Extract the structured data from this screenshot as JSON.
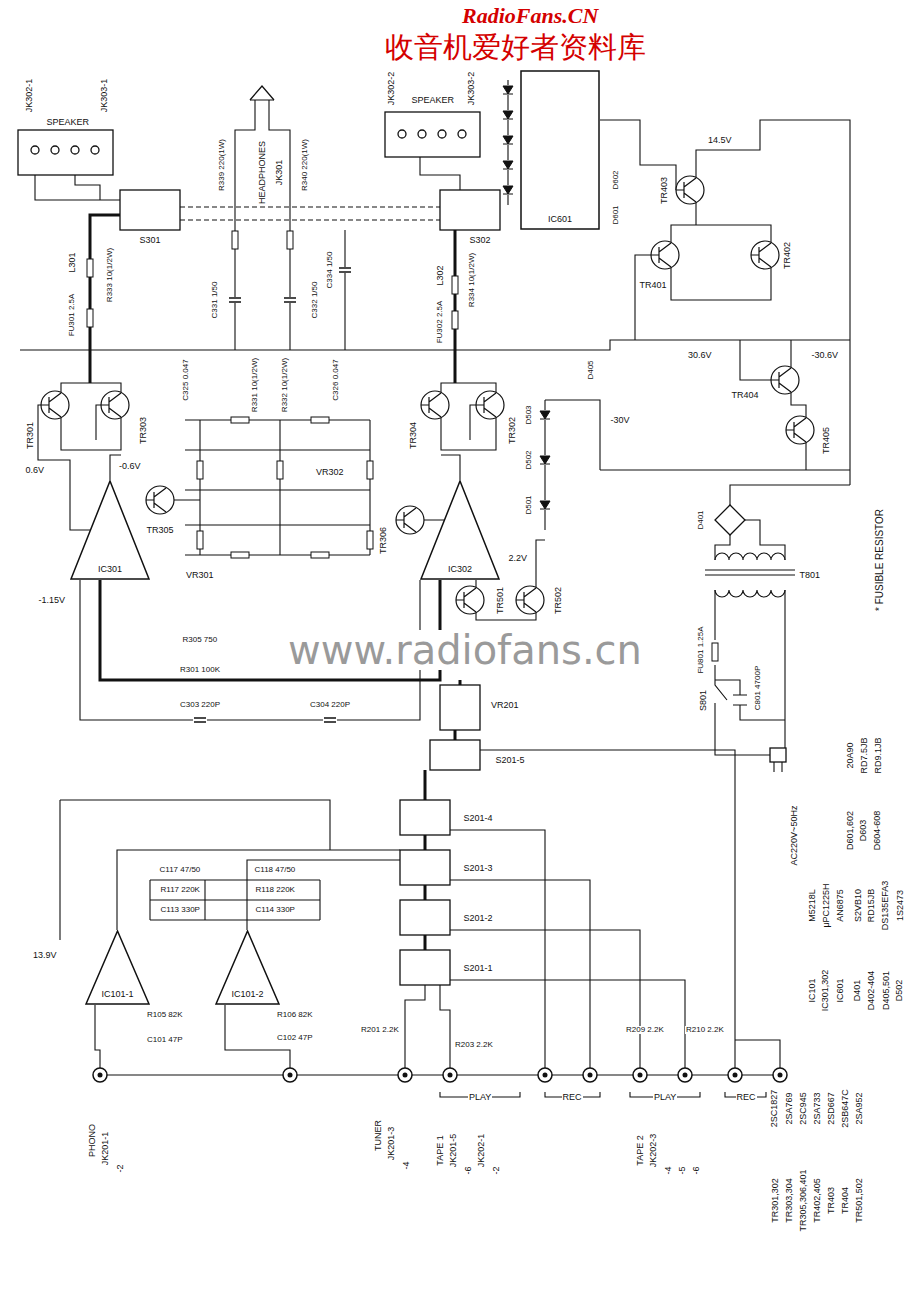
{
  "diagram": {
    "nodes": [
      {
        "text": [
          "IC601"
        ]
      },
      {
        "text": [
          "IC301"
        ]
      },
      {
        "text": [
          "IC302"
        ]
      },
      {
        "text": [
          "IC101-1"
        ]
      },
      {
        "text": [
          "IC101-2"
        ]
      }
    ],
    "labels": [
      "RadioFans.CN",
      "收音机爱好者资料库",
      "www.radiofans.cn",
      "JK302-1",
      "SPEAKER",
      "JK303-1",
      "HEADPHONES",
      "JK301",
      "JK302-2",
      "SPEAKER",
      "JK303-2",
      "S301",
      "S302",
      "L301",
      "L302",
      "R333 10(1/2W)",
      "R334 10(1/2W)",
      "FU301 2.5A",
      "FU302 2.5A",
      "R339 220(1W)",
      "R340 220(1W)",
      "C334 1/50",
      "C331 1/50",
      "C332 1/50",
      "C325 0.047",
      "C326 0.047",
      "R331 10(1/2W)",
      "R332 10(1/2W)",
      "TR301",
      "TR303",
      "TR305",
      "TR304",
      "TR302",
      "TR306",
      "TR501",
      "TR502",
      "TR403",
      "TR401",
      "TR402",
      "TR404",
      "TR405",
      "VR301",
      "VR302",
      "VR201",
      "S201-5",
      "S201-4",
      "S201-3",
      "S201-2",
      "S201-1",
      "T801",
      "S801",
      "FU801 1.25A",
      "C801 4700P",
      "AC220V~50Hz",
      "* FUSIBLE RESISTOR",
      "D401",
      "D405",
      "D601",
      "D602",
      "D501",
      "D502",
      "D503",
      "0.6V",
      "-0.6V",
      "30.6V",
      "-30.6V",
      "-30V",
      "14.5V",
      "2.2V",
      "13.9V",
      "-1.15V",
      "C303 220P",
      "C304 220P",
      "R301 100K",
      "R305 750",
      "C117 47/50",
      "C118 47/50",
      "R117 220K",
      "R118 220K",
      "C113 330P",
      "C114 330P",
      "R105 82K",
      "R106 82K",
      "C101 47P",
      "C102 47P",
      "R209 2.2K",
      "R210 2.2K",
      "R201 2.2K",
      "R203 2.2K",
      "PHONO",
      "JK201-1",
      "-2",
      "TUNER",
      "JK201-3",
      "-4",
      "PLAY",
      "REC",
      "TAPE 1",
      "JK201-5",
      "-6",
      "JK202-1",
      "-2",
      "PLAY",
      "REC",
      "TAPE 2",
      "JK202-3",
      "-4",
      "-5",
      "-6",
      "TR301,302",
      "TR303,304",
      "TR305,306,401",
      "TR402,405",
      "TR403",
      "TR404",
      "TR501,502",
      "2SC1827",
      "2SA769",
      "2SC945",
      "2SA733",
      "2SD667",
      "2SB647C",
      "2SA952",
      "IC101",
      "IC301,302",
      "IC601",
      "M5218L",
      "μPC1225H",
      "AN6875",
      "D401",
      "D402-404",
      "D405,501",
      "D502",
      "S2VB10",
      "RD15JB",
      "DS135EFA3",
      "1S2473",
      "D601,602",
      "D603",
      "D604-608",
      "20A90",
      "RD7.5JB",
      "RD9.1JB"
    ]
  }
}
